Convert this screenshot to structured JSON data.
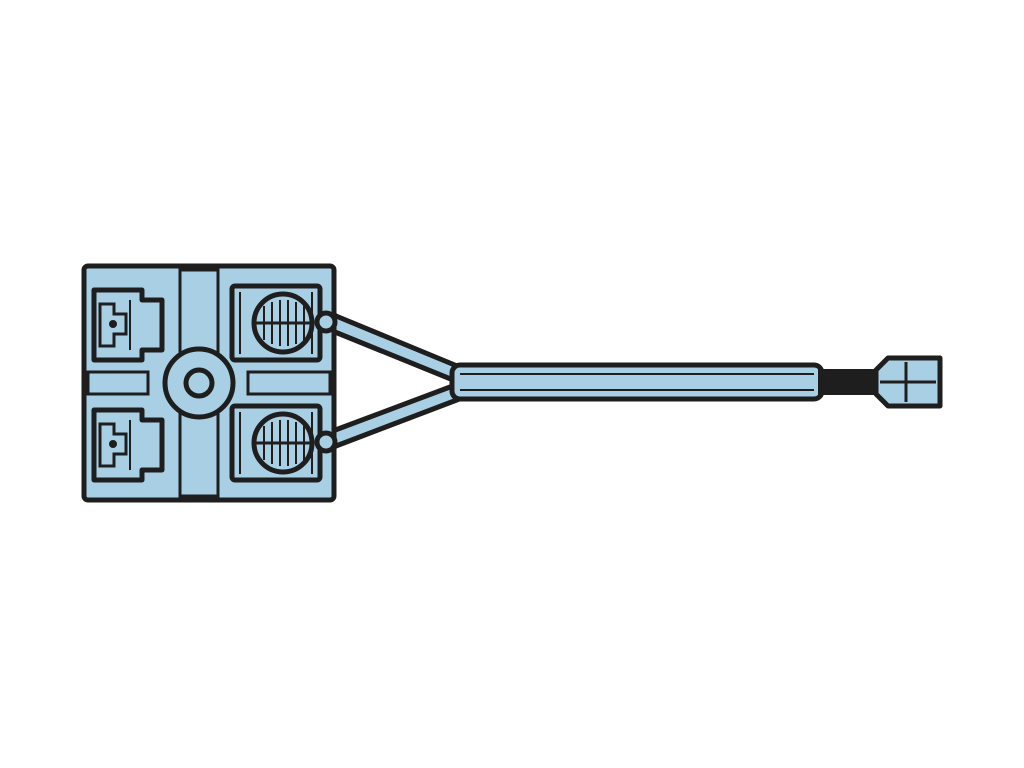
{
  "diagram": {
    "subject": "y-splitter-cable-assembly",
    "colors": {
      "background": "#ffffff",
      "fill": "#a9cfe5",
      "stroke": "#1e1e1e"
    },
    "components": [
      {
        "id": "splitter-block",
        "icon": "junction-block-icon"
      },
      {
        "id": "jack-upper-left",
        "icon": "modular-jack-icon"
      },
      {
        "id": "jack-lower-left",
        "icon": "modular-jack-icon"
      },
      {
        "id": "terminal-upper-right",
        "icon": "screw-terminal-icon"
      },
      {
        "id": "terminal-lower-right",
        "icon": "screw-terminal-icon"
      },
      {
        "id": "center-mounting-hole",
        "icon": "mounting-hole-icon"
      },
      {
        "id": "upper-branch-wire",
        "icon": "wire-icon"
      },
      {
        "id": "lower-branch-wire",
        "icon": "wire-icon"
      },
      {
        "id": "main-cable",
        "icon": "cable-icon"
      },
      {
        "id": "end-connector",
        "icon": "plug-connector-icon"
      }
    ]
  }
}
